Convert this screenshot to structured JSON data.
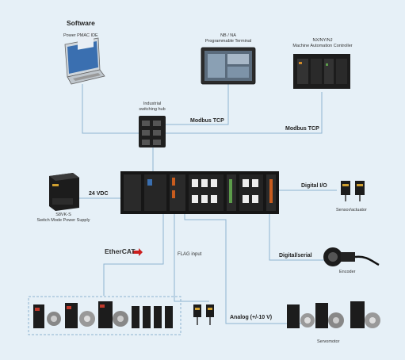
{
  "software": {
    "title": "Software",
    "laptop_label": "Power PMAC IDE"
  },
  "terminal": {
    "line1": "NB / NA",
    "line2": "Programmable Terminal"
  },
  "controller_nx": {
    "line1": "NX/NY/NJ",
    "line2": "Machine Automation Controller"
  },
  "hub": {
    "line1": "Industrial",
    "line2": "switching hub"
  },
  "links": {
    "modbus_1": "Modbus TCP",
    "modbus_2": "Modbus TCP",
    "vdc": "24 VDC",
    "digital_io": "Digital I/O",
    "digital_serial": "Digital/serial",
    "flag_input": "FLAG input",
    "analog": "Analog (+/-10 V)"
  },
  "power_supply": {
    "line1": "S8VK-S",
    "line2": "Switch Mode Power Supply"
  },
  "ethercat": {
    "text1": "Ether",
    "text2": "CAT"
  },
  "sensor_label": "Sensor/actuator",
  "encoder_label": "Encoder",
  "servomotor_label": "Servomotor",
  "colors": {
    "background": "#e6f0f7",
    "link_line": "#8fb3d0",
    "hardware_dark": "#1c1c1c",
    "ethercat_red": "#cc1f1f"
  }
}
